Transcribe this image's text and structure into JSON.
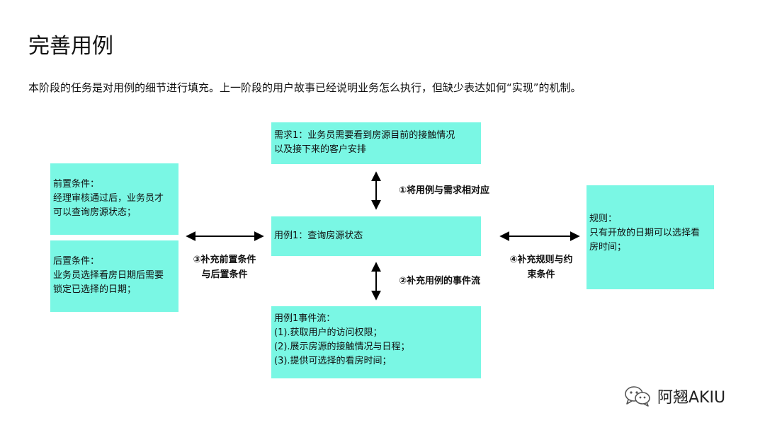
{
  "title": "完善用例",
  "subtitle": "本阶段的任务是对用例的细节进行填充。上一阶段的用户故事已经说明业务怎么执行，但缺少表达如何“实现”的机制。",
  "colors": {
    "box_fill": "#7af7e4",
    "text": "#111111",
    "arrow": "#000000"
  },
  "boxes": {
    "requirement": {
      "lines": [
        "需求1：业务员需要看到房源目前的接触情况",
        "以及接下来的客户安排"
      ]
    },
    "use_case": {
      "lines": [
        "用例1：查询房源状态"
      ]
    },
    "event_flow": {
      "lines": [
        "用例1事件流：",
        "(1).获取用户的访问权限；",
        "(2).展示房源的接触情况与日程；",
        "(3).提供可选择的看房时间；"
      ]
    },
    "precondition": {
      "lines": [
        "前置条件：",
        "经理审核通过后，业务员才",
        "可以查询房源状态；"
      ]
    },
    "postcondition": {
      "lines": [
        "后置条件：",
        "业务员选择看房日期后需要",
        "锁定已选择的日期；"
      ]
    },
    "rule": {
      "lines": [
        "规则：",
        "只有开放的日期可以选择看",
        "房时间；"
      ]
    }
  },
  "steps": {
    "s1": {
      "lines": [
        "①将用例与需求相对应"
      ]
    },
    "s2": {
      "lines": [
        "②补充用例的事件流"
      ]
    },
    "s3": {
      "lines": [
        "③补充前置条件",
        "与后置条件"
      ]
    },
    "s4": {
      "lines": [
        "④补充规则与约",
        "束条件"
      ]
    }
  },
  "watermark": {
    "text": "阿翘AKIU",
    "icon": "wechat-logo-icon"
  }
}
